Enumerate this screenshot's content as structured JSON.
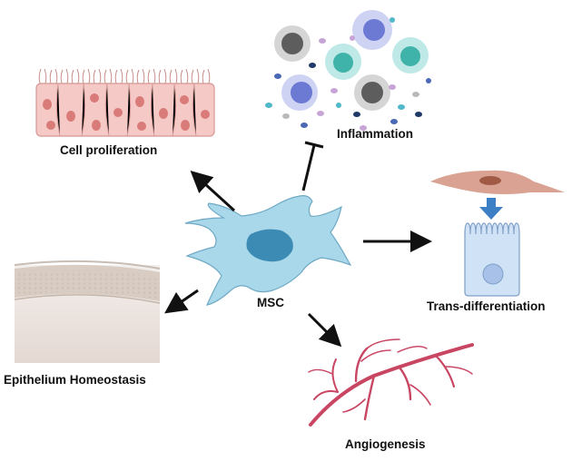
{
  "labels": {
    "center": "MSC",
    "cell_proliferation": "Cell proliferation",
    "inflammation": "Inflammation",
    "trans_differentiation": "Trans-differentiation",
    "epithelium_homeostasis": "Epithelium Homeostasis",
    "angiogenesis": "Angiogenesis"
  },
  "colors": {
    "msc_body": "#a9d8ea",
    "msc_nucleus": "#3c8bb4",
    "epithelial_cell": "#f4c9c6",
    "epithelial_nucleus": "#d97b78",
    "vessel": "#c94663",
    "fibroblast": "#d9a292",
    "columnar_cell": "#cfe2f6",
    "arrow": "#111111",
    "transition_arrow": "#3d7fc4"
  },
  "icons": [
    "msc-cell-icon",
    "epithelial-layer-icon",
    "immune-cells-icon",
    "fibroblast-icon",
    "columnar-cell-icon",
    "skin-layer-icon",
    "blood-vessel-icon"
  ]
}
